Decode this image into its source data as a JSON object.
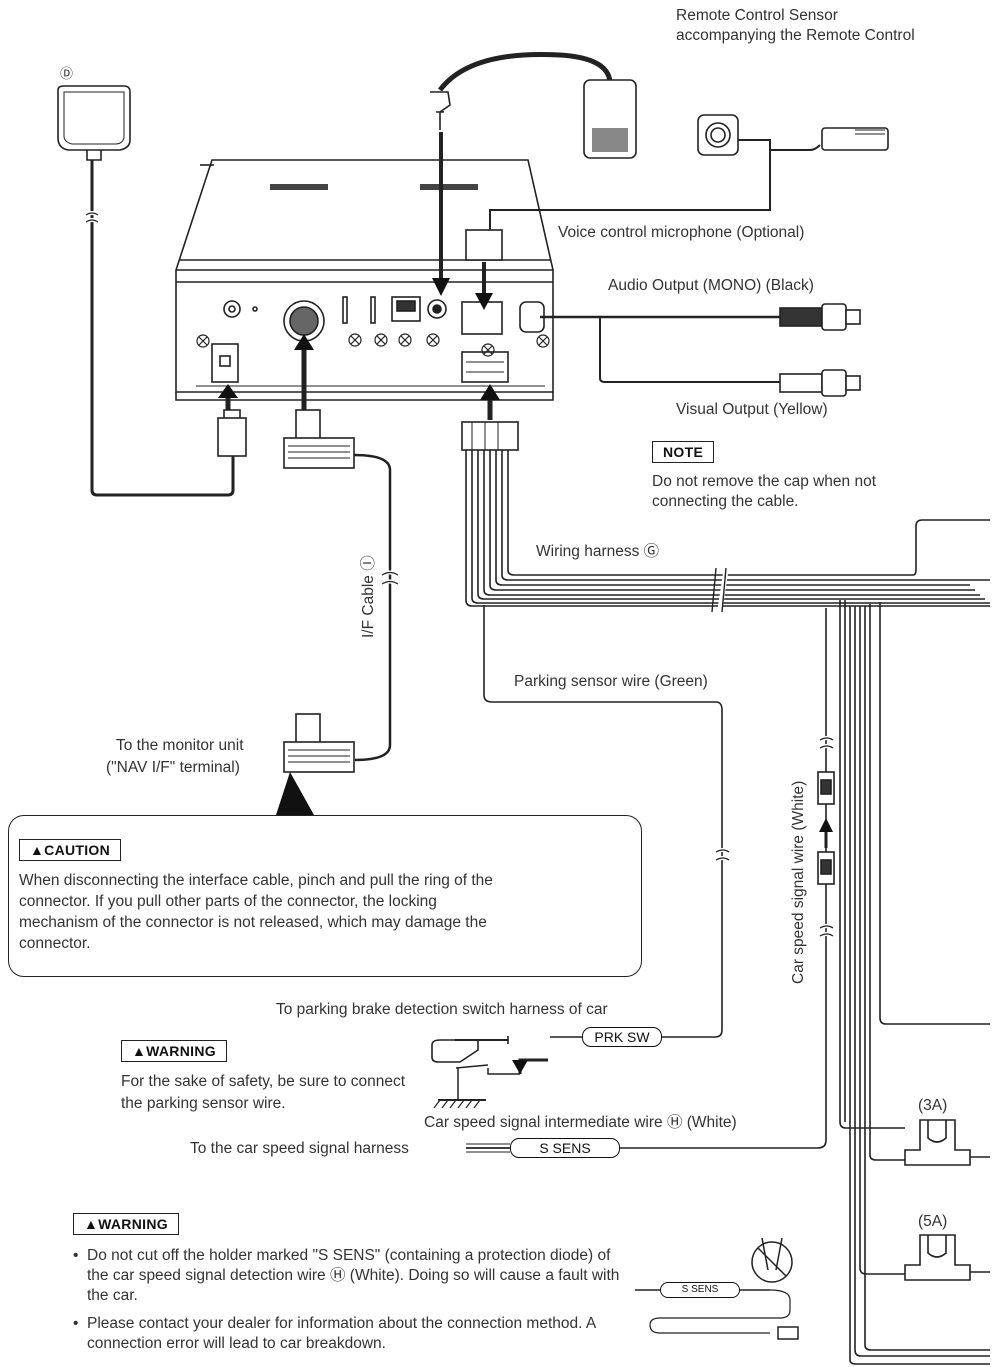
{
  "remote_sensor": {
    "label": "Remote Control Sensor accompanying the Remote Control"
  },
  "gps_antenna": {
    "mark": "Ⓓ"
  },
  "mic": {
    "label": "Voice control microphone (Optional)"
  },
  "audio_out": {
    "label": "Audio Output (MONO) (Black)"
  },
  "visual_out": {
    "label": "Visual Output (Yellow)"
  },
  "note": {
    "title": "NOTE",
    "text": "Do not remove the cap when not connecting the cable."
  },
  "harness": {
    "label": "Wiring harness Ⓖ"
  },
  "if_cable": {
    "label": "I/F Cable Ⓘ"
  },
  "parking": {
    "label": "Parking sensor wire (Green)"
  },
  "monitor": {
    "label_line1": "To the monitor unit",
    "label_line2": "(\"NAV I/F\" terminal)"
  },
  "speed_wire": {
    "label": "Car speed signal wire (White)"
  },
  "caution": {
    "title": "▲CAUTION",
    "text": "When disconnecting the interface cable, pinch and pull the ring of the connector. If you pull other parts of the connector, the locking mechanism of the connector is not released, which may damage the connector."
  },
  "parking_brake": {
    "label": "To parking brake detection switch harness of car",
    "plug": "PRK SW"
  },
  "warning1": {
    "title": "▲WARNING",
    "text": "For the sake of safety, be sure to connect the parking sensor wire."
  },
  "speed_intermediate": {
    "label": "Car speed signal intermediate wire Ⓗ (White)"
  },
  "speed_harness": {
    "label": "To the car speed signal harness",
    "plug": "S SENS"
  },
  "fuse_3a": {
    "label": "(3A)"
  },
  "fuse_5a": {
    "label": "(5A)"
  },
  "warning2": {
    "title": "▲WARNING",
    "items": [
      "Do not cut off the holder marked \"S SENS\" (containing a protection diode) of the car speed signal detection wire Ⓗ (White). Doing so will cause a fault with the car.",
      "Please contact your dealer for information about the connection method. A connection error will lead to car breakdown."
    ]
  },
  "illus_plug": {
    "label": "S SENS"
  }
}
